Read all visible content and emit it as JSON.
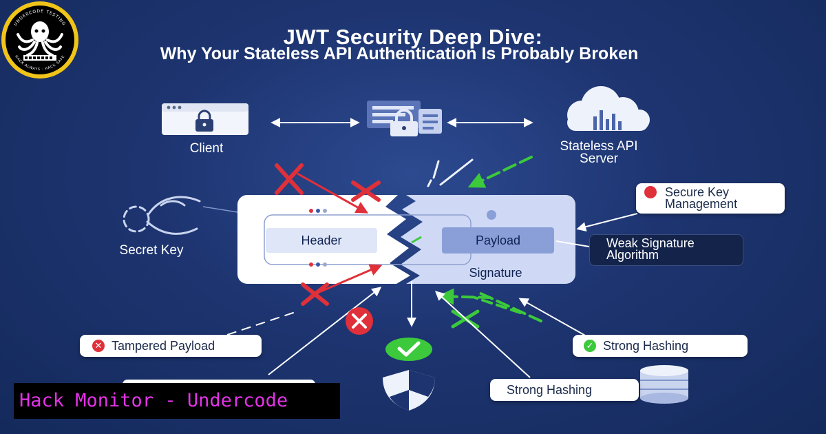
{
  "title": "JWT Security Deep Dive:",
  "subtitle": "Why Your Stateless API Authentication Is Probably Broken",
  "nodes": {
    "client": "Client",
    "server_line1": "Stateless API",
    "server_line2": "Server",
    "secret_key": "Secret Key"
  },
  "token": {
    "header": "Header",
    "payload": "Payload",
    "signature": "Signature"
  },
  "callouts": {
    "secure_key_line1": "Secure Key",
    "secure_key_line2": "Management",
    "weak_sig_line1": "Weak Signature",
    "weak_sig_line2": "Algorithm",
    "tampered": "Tampered Payload",
    "strong_hashing_right": "Strong Hashing",
    "strong_hashing_bottom": "Strong Hashing"
  },
  "brand": {
    "label": "Hack Monitor - Undercode",
    "logo_text_top": "UNDERCODE TESTING",
    "logo_text_bottom": "HACK ALWAYS · HACK SAFE"
  },
  "colors": {
    "background": "#1d3470",
    "danger": "#e0303a",
    "success": "#3cc93c",
    "brand_text": "#e433e8",
    "token_fill": "#dfe6f8"
  }
}
